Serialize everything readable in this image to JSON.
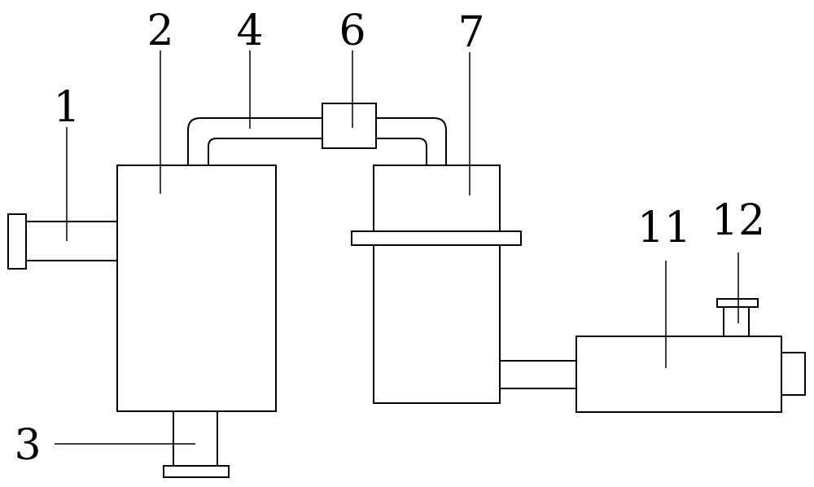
{
  "labels": {
    "l1": "1",
    "l2": "2",
    "l3": "3",
    "l4": "4",
    "l6": "6",
    "l7": "7",
    "l11": "11",
    "l12": "12"
  },
  "colors": {
    "line": "#000000",
    "background": "#ffffff"
  }
}
